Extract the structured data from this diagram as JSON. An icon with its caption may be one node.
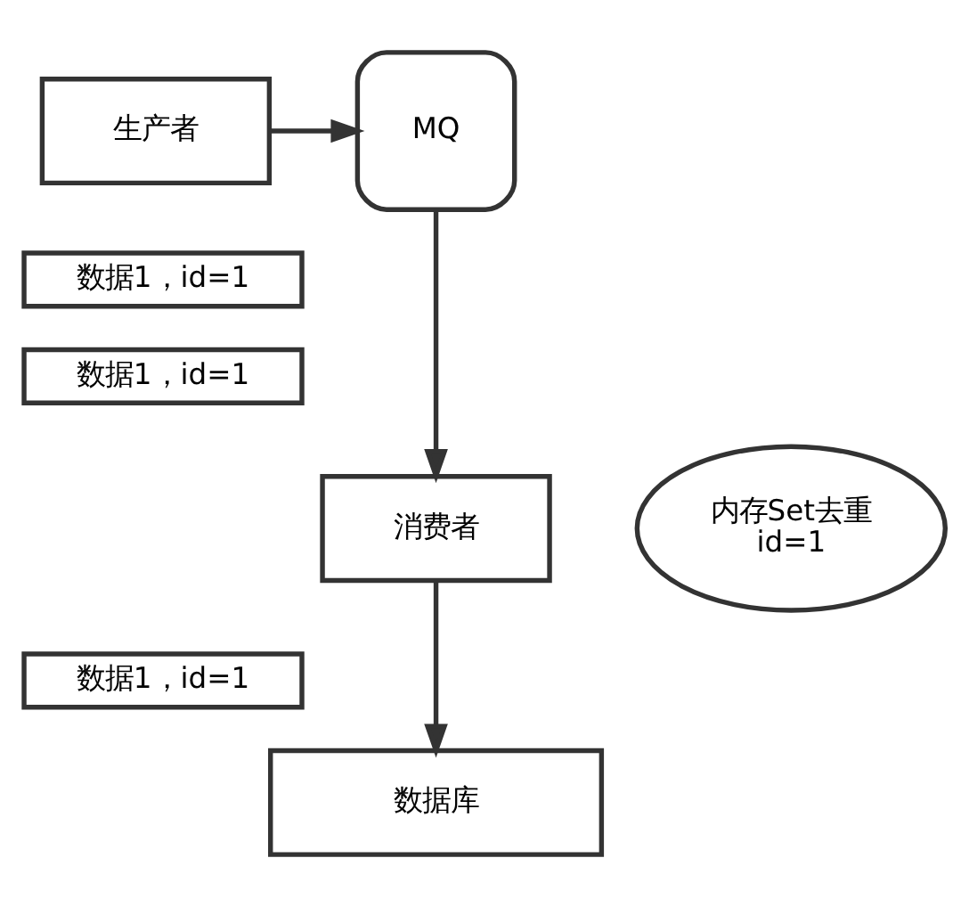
{
  "diagram": {
    "nodes": [
      {
        "text": [
          "生产者"
        ]
      },
      {
        "text": [
          "MQ"
        ]
      },
      {
        "text": [
          "数据1，id=1"
        ]
      },
      {
        "text": [
          "数据1，id=1"
        ]
      },
      {
        "text": [
          "消费者"
        ]
      },
      {
        "text": [
          "内存Set去重",
          "id=1"
        ]
      },
      {
        "text": [
          "数据1，id=1"
        ]
      },
      {
        "text": [
          "数据库"
        ]
      }
    ],
    "edges": [
      {
        "from": 0,
        "to": 1,
        "arrow": "to"
      },
      {
        "from": 1,
        "to": 4,
        "arrow": "to"
      },
      {
        "from": 4,
        "to": 7,
        "arrow": "to"
      }
    ]
  }
}
